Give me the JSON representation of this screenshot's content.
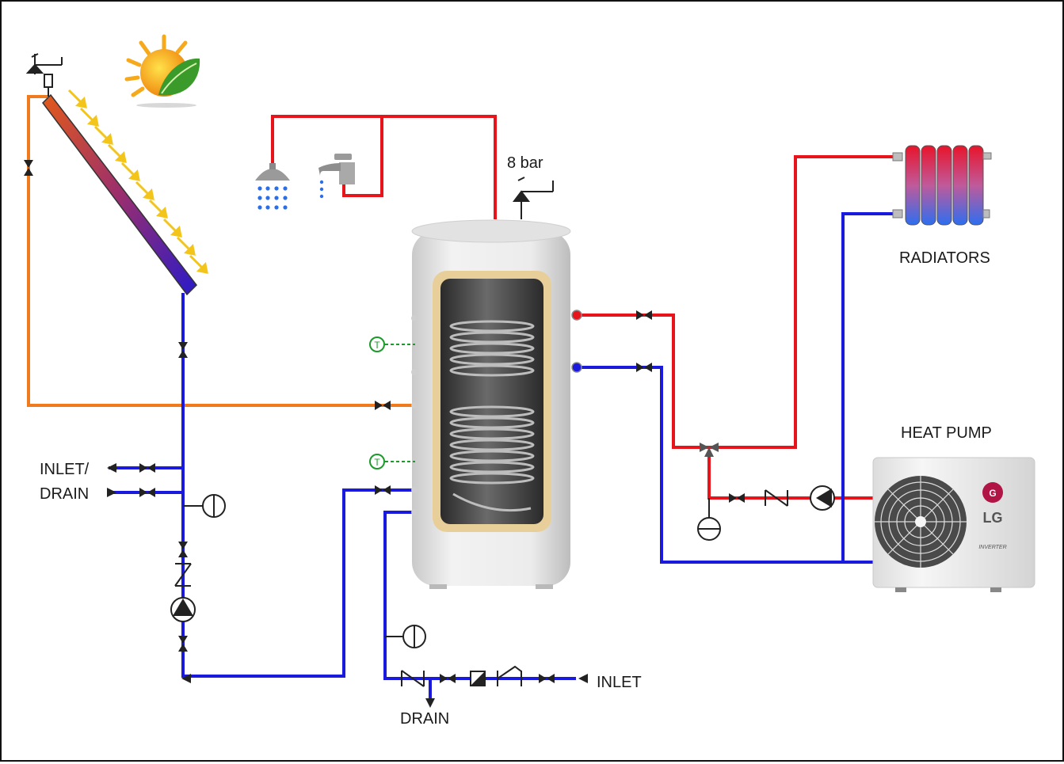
{
  "labels": {
    "pressure": "8 bar",
    "radiators": "RADIATORS",
    "heat_pump": "HEAT PUMP",
    "inlet_drain_line1": "INLET/",
    "inlet_drain_line2": "DRAIN",
    "inlet": "INLET",
    "drain": "DRAIN",
    "brand": "LG",
    "inverter": "INVERTER",
    "sensor_symbol": "T"
  },
  "colors": {
    "hot_pipe": "#e8141c",
    "cold_pipe": "#1a1adf",
    "solar_pipe": "#f07a1e",
    "sensor": "#1c9a2a",
    "tank_body": "#e4e4e4",
    "tank_insulation": "#e8cf9a",
    "brand": "#b01545"
  },
  "icons": [
    "sun-leaf-logo-icon",
    "shower-icon",
    "faucet-icon",
    "solar-collector-icon",
    "hot-water-tank-icon",
    "radiator-icon",
    "heat-pump-unit-icon",
    "valve-icon",
    "pump-icon",
    "check-valve-icon",
    "expansion-vessel-icon",
    "safety-valve-icon",
    "temperature-sensor-icon",
    "three-way-valve-icon",
    "filter-icon",
    "pressure-reducer-icon"
  ]
}
